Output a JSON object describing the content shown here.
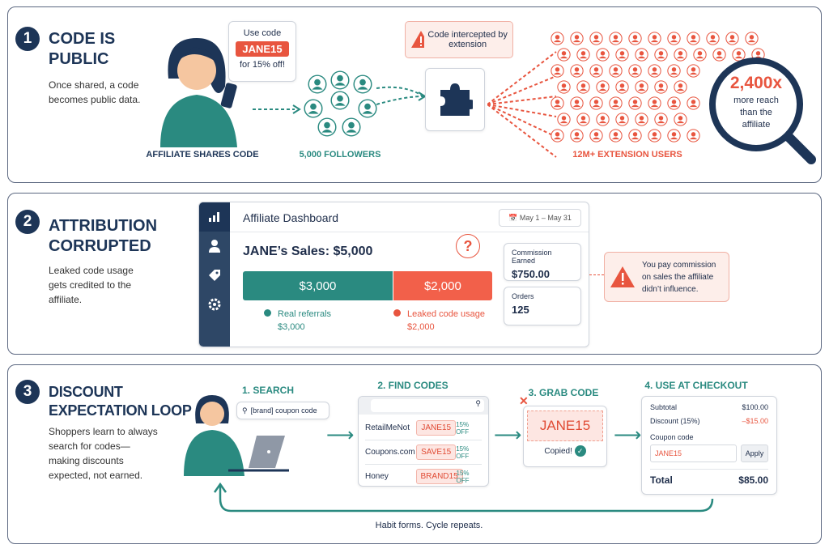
{
  "section1": {
    "number": "1",
    "title": "CODE IS PUBLIC",
    "description": "Once shared, a code becomes public data.",
    "bubble": {
      "line1": "Use code",
      "code": "JANE15",
      "line2": "for 15% off!"
    },
    "affiliate_caption": "AFFILIATE SHARES CODE",
    "followers_caption": "5,000 FOLLOWERS",
    "intercept_label": "Code intercepted by extension",
    "users_caption": "12M+ EXTENSION USERS",
    "reach": {
      "value": "2,400x",
      "text": "more reach than the affiliate"
    }
  },
  "section2": {
    "number": "2",
    "title": "ATTRIBUTION CORRUPTED",
    "description": "Leaked code usage gets credited to the affiliate.",
    "dashboard": {
      "title": "Affiliate Dashboard",
      "date_range": "May 1 – May 31",
      "sales_title": "JANE’s Sales: $5,000",
      "real": {
        "amount": "$3,000",
        "label": "Real referrals",
        "value": 3000
      },
      "leaked": {
        "amount": "$2,000",
        "label": "Leaked code usage",
        "value": 2000
      },
      "question": "?",
      "commission": {
        "label": "Commission Earned",
        "value": "$750.00"
      },
      "orders": {
        "label": "Orders",
        "value": "125"
      }
    },
    "warning": "You pay commission on sales the affiliate didn’t influence."
  },
  "section3": {
    "number": "3",
    "title": "DISCOUNT EXPECTATION LOOP",
    "description": "Shoppers learn to always search for codes—making discounts expected, not earned.",
    "step1": {
      "label": "1. SEARCH",
      "query": "[brand] coupon code"
    },
    "step2": {
      "label": "2. FIND CODES",
      "rows": [
        {
          "site": "RetailMeNot",
          "code": "JANE15",
          "off": "15% OFF"
        },
        {
          "site": "Coupons.com",
          "code": "SAVE15",
          "off": "15% OFF"
        },
        {
          "site": "Honey",
          "code": "BRAND15",
          "off": "15% OFF"
        }
      ]
    },
    "step3": {
      "label": "3. GRAB CODE",
      "code": "JANE15",
      "status": "Copied!"
    },
    "step4": {
      "label": "4. USE AT CHECKOUT",
      "subtotal_label": "Subtotal",
      "subtotal": "$100.00",
      "discount_label": "Discount (15%)",
      "discount": "–$15.00",
      "coupon_label": "Coupon code",
      "coupon_value": "JANE15",
      "apply": "Apply",
      "total_label": "Total",
      "total": "$85.00"
    },
    "loop_caption": "Habit forms. Cycle repeats."
  },
  "colors": {
    "navy": "#1d3557",
    "teal": "#2a8a80",
    "red": "#e8553f"
  }
}
